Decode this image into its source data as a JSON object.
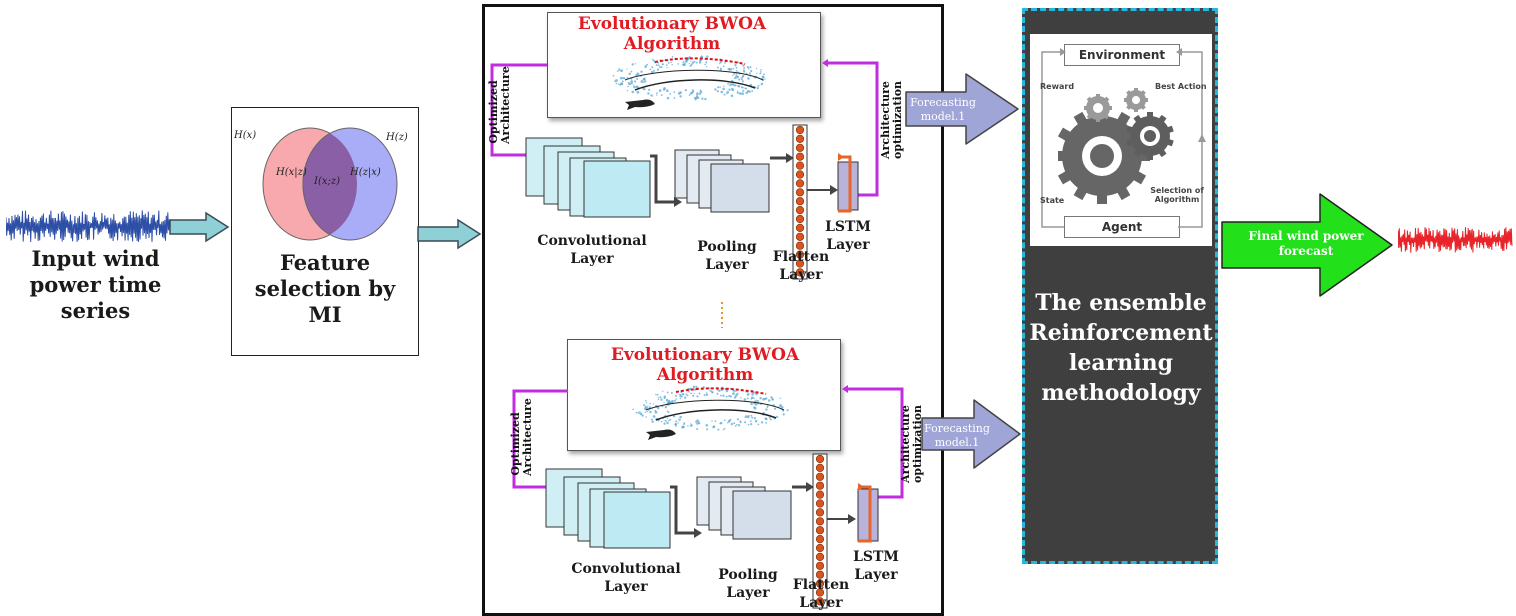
{
  "input": {
    "label_lines": [
      "Input wind",
      "power time",
      "series"
    ]
  },
  "feature_selection": {
    "label_lines": [
      "Feature",
      "selection by",
      "MI"
    ],
    "venn": {
      "hx": "H(x)",
      "hz": "H(z)",
      "hx_given_z": "H(x|z)",
      "ixz": "I(x;z)",
      "hz_given_x": "H(z|x)"
    }
  },
  "branches": [
    {
      "bwoa_title_lines": [
        "Evolutionary BWOA",
        "Algorithm"
      ],
      "optimized_arch_lines": [
        "Optimized",
        "Architecture"
      ],
      "arch_opt_lines": [
        "Architecture",
        "optimization"
      ],
      "conv_lines": [
        "Convolutional",
        "Layer"
      ],
      "pool_lines": [
        "Pooling",
        "Layer"
      ],
      "flatten_lines": [
        "Flatten",
        "Layer"
      ],
      "lstm_lines": [
        "LSTM",
        "Layer"
      ],
      "forecast_lines": [
        "Forecasting",
        "model.1"
      ]
    },
    {
      "bwoa_title_lines": [
        "Evolutionary BWOA",
        "Algorithm"
      ],
      "optimized_arch_lines": [
        "Optimized",
        "Architecture"
      ],
      "arch_opt_lines": [
        "Architecture",
        "optimization"
      ],
      "conv_lines": [
        "Convolutional",
        "Layer"
      ],
      "pool_lines": [
        "Pooling",
        "Layer"
      ],
      "flatten_lines": [
        "Flatten",
        "Layer"
      ],
      "lstm_lines": [
        "LSTM",
        "Layer"
      ],
      "forecast_lines": [
        "Forecasting",
        "model.1"
      ]
    }
  ],
  "rl": {
    "environment": "Environment",
    "agent": "Agent",
    "reward": "Reward",
    "best_action": "Best Action",
    "state": "State",
    "selection_lines": [
      "Selection of",
      "Algorithm"
    ],
    "title_lines": [
      "The ensemble",
      "Reinforcement",
      "learning",
      "methodology"
    ]
  },
  "final": {
    "label_lines": [
      "Final wind power",
      "forecast"
    ]
  },
  "colors": {
    "input_signal": "#2e4fa8",
    "output_signal": "#e8242a",
    "magenta": "#c02ee0",
    "teal_arrow": "#8fcfd6",
    "lavender_arrow": "#9fa5d6",
    "green_arrow": "#22e01a",
    "rl_border": "#26b7de",
    "bwoa_red": "#e11b22",
    "flatten_orange": "#d9541f"
  },
  "icons": [
    "whale-icon",
    "gears-icon"
  ]
}
